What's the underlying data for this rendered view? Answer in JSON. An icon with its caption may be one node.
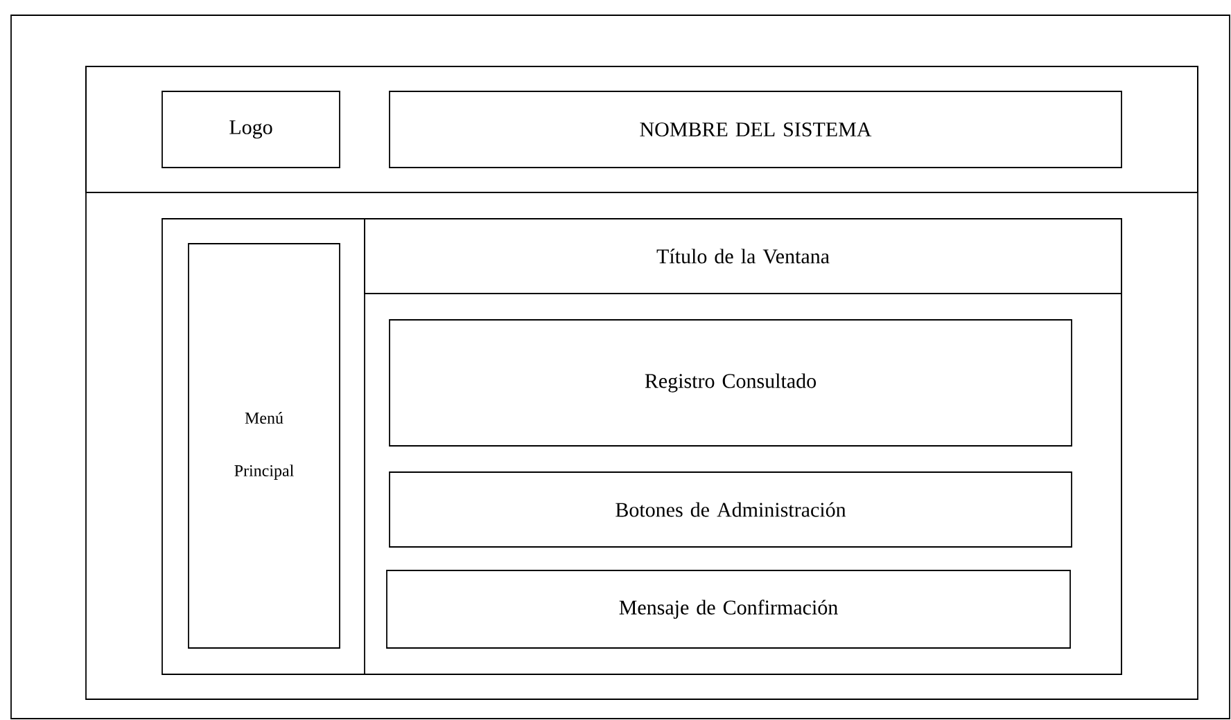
{
  "diagram": {
    "nodes": [
      {
        "text": [],
        "shape": "box"
      },
      {
        "text": [],
        "shape": "box",
        "in": 0
      },
      {
        "text": [
          "Logo"
        ],
        "in": 1
      },
      {
        "text": [
          "NOMBRE DEL SISTEMA"
        ],
        "in": 1
      },
      {
        "text": [],
        "shape": "box",
        "in": 0
      },
      {
        "text": [
          "Menú Principal"
        ],
        "in": 4
      },
      {
        "text": [],
        "shape": "box",
        "in": 4
      },
      {
        "text": [
          "Título de la Ventana"
        ],
        "in": 6
      },
      {
        "text": [
          "Registro Consultado"
        ],
        "in": 6
      },
      {
        "text": [
          "Botones de Administración"
        ],
        "in": 6
      },
      {
        "text": [
          "Mensaje de Confirmación"
        ],
        "in": 6
      }
    ]
  }
}
